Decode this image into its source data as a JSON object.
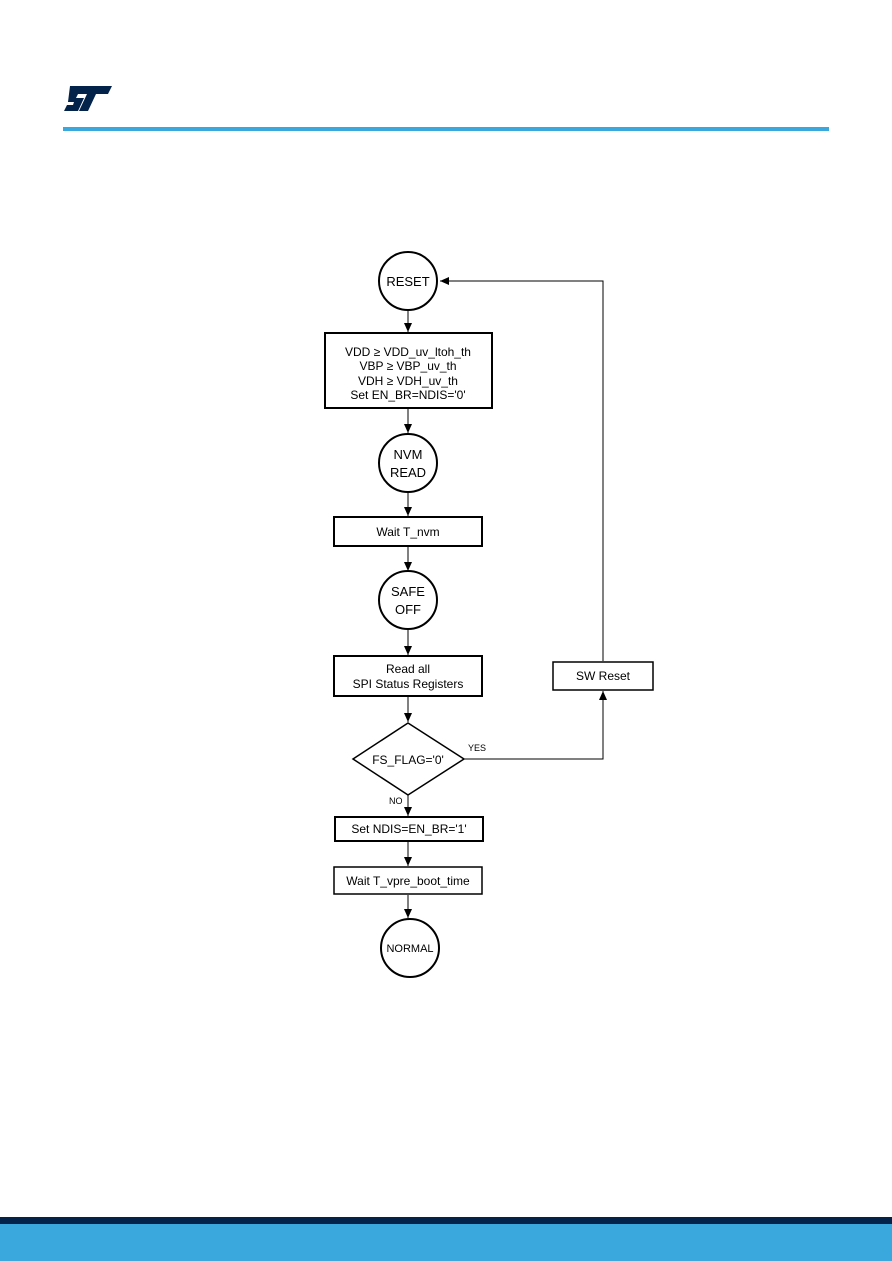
{
  "brand": {
    "logo_icon": "st-logo-icon",
    "accent_color": "#3aa8dc",
    "footer_dark_color": "#03234b"
  },
  "flowchart": {
    "reset": {
      "label": "RESET"
    },
    "power_check": {
      "lines": [
        "VDD ≥ VDD_uv_ltoh_th",
        "VBP ≥ VBP_uv_th",
        "VDH ≥ VDH_uv_th",
        "Set EN_BR=NDIS='0'"
      ]
    },
    "nvm_read": {
      "lines": [
        "NVM",
        "READ"
      ]
    },
    "wait_nvm": {
      "label": "Wait T_nvm"
    },
    "safe_off": {
      "lines": [
        "SAFE",
        "OFF"
      ]
    },
    "read_status": {
      "lines": [
        "Read all",
        "SPI Status Registers"
      ]
    },
    "decision": {
      "label": "FS_FLAG='0'",
      "yes_label": "YES",
      "no_label": "NO"
    },
    "sw_reset": {
      "label": "SW Reset"
    },
    "set_ndis": {
      "label": "Set NDIS=EN_BR='1'"
    },
    "wait_vpre": {
      "label": "Wait T_vpre_boot_time"
    },
    "normal": {
      "label": "NORMAL"
    }
  }
}
